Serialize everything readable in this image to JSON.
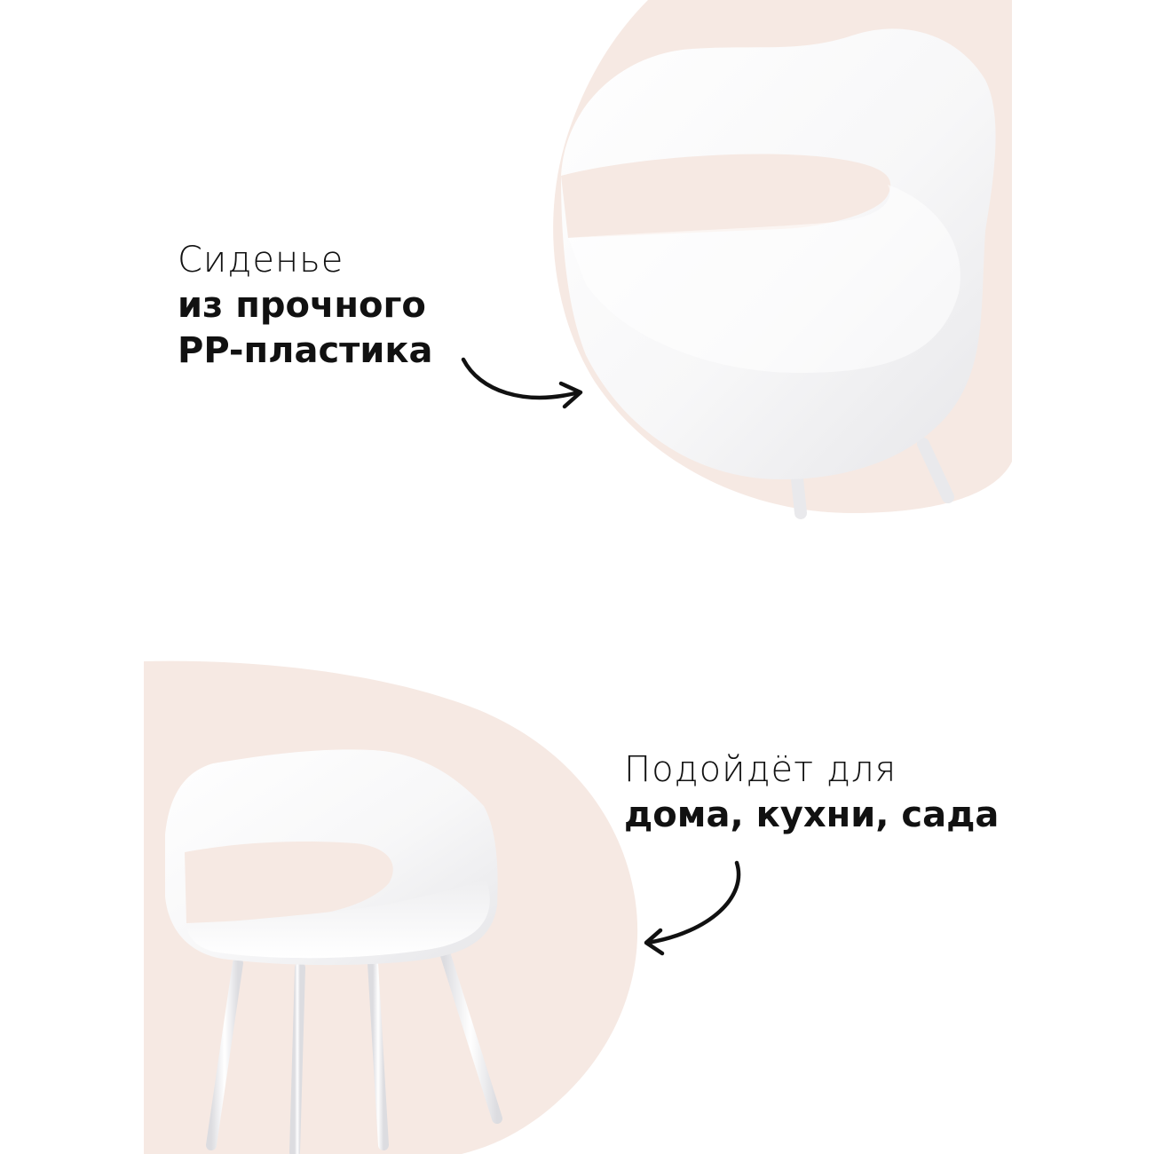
{
  "colors": {
    "background": "#ffffff",
    "blob": "#f6e9e3",
    "chair": "#ffffff",
    "chair_shade": "#e4e4e6",
    "text": "#111111",
    "arrow": "#111111"
  },
  "top_feature": {
    "line1": "Сиденье",
    "line2": "из прочного",
    "line3": "PP-пластика"
  },
  "bottom_feature": {
    "line1": "Подойдёт для",
    "line2": "дома, кухни, сада"
  },
  "icons": {
    "top_arrow": "curved-arrow-right-icon",
    "bottom_arrow": "curved-arrow-down-left-icon"
  }
}
